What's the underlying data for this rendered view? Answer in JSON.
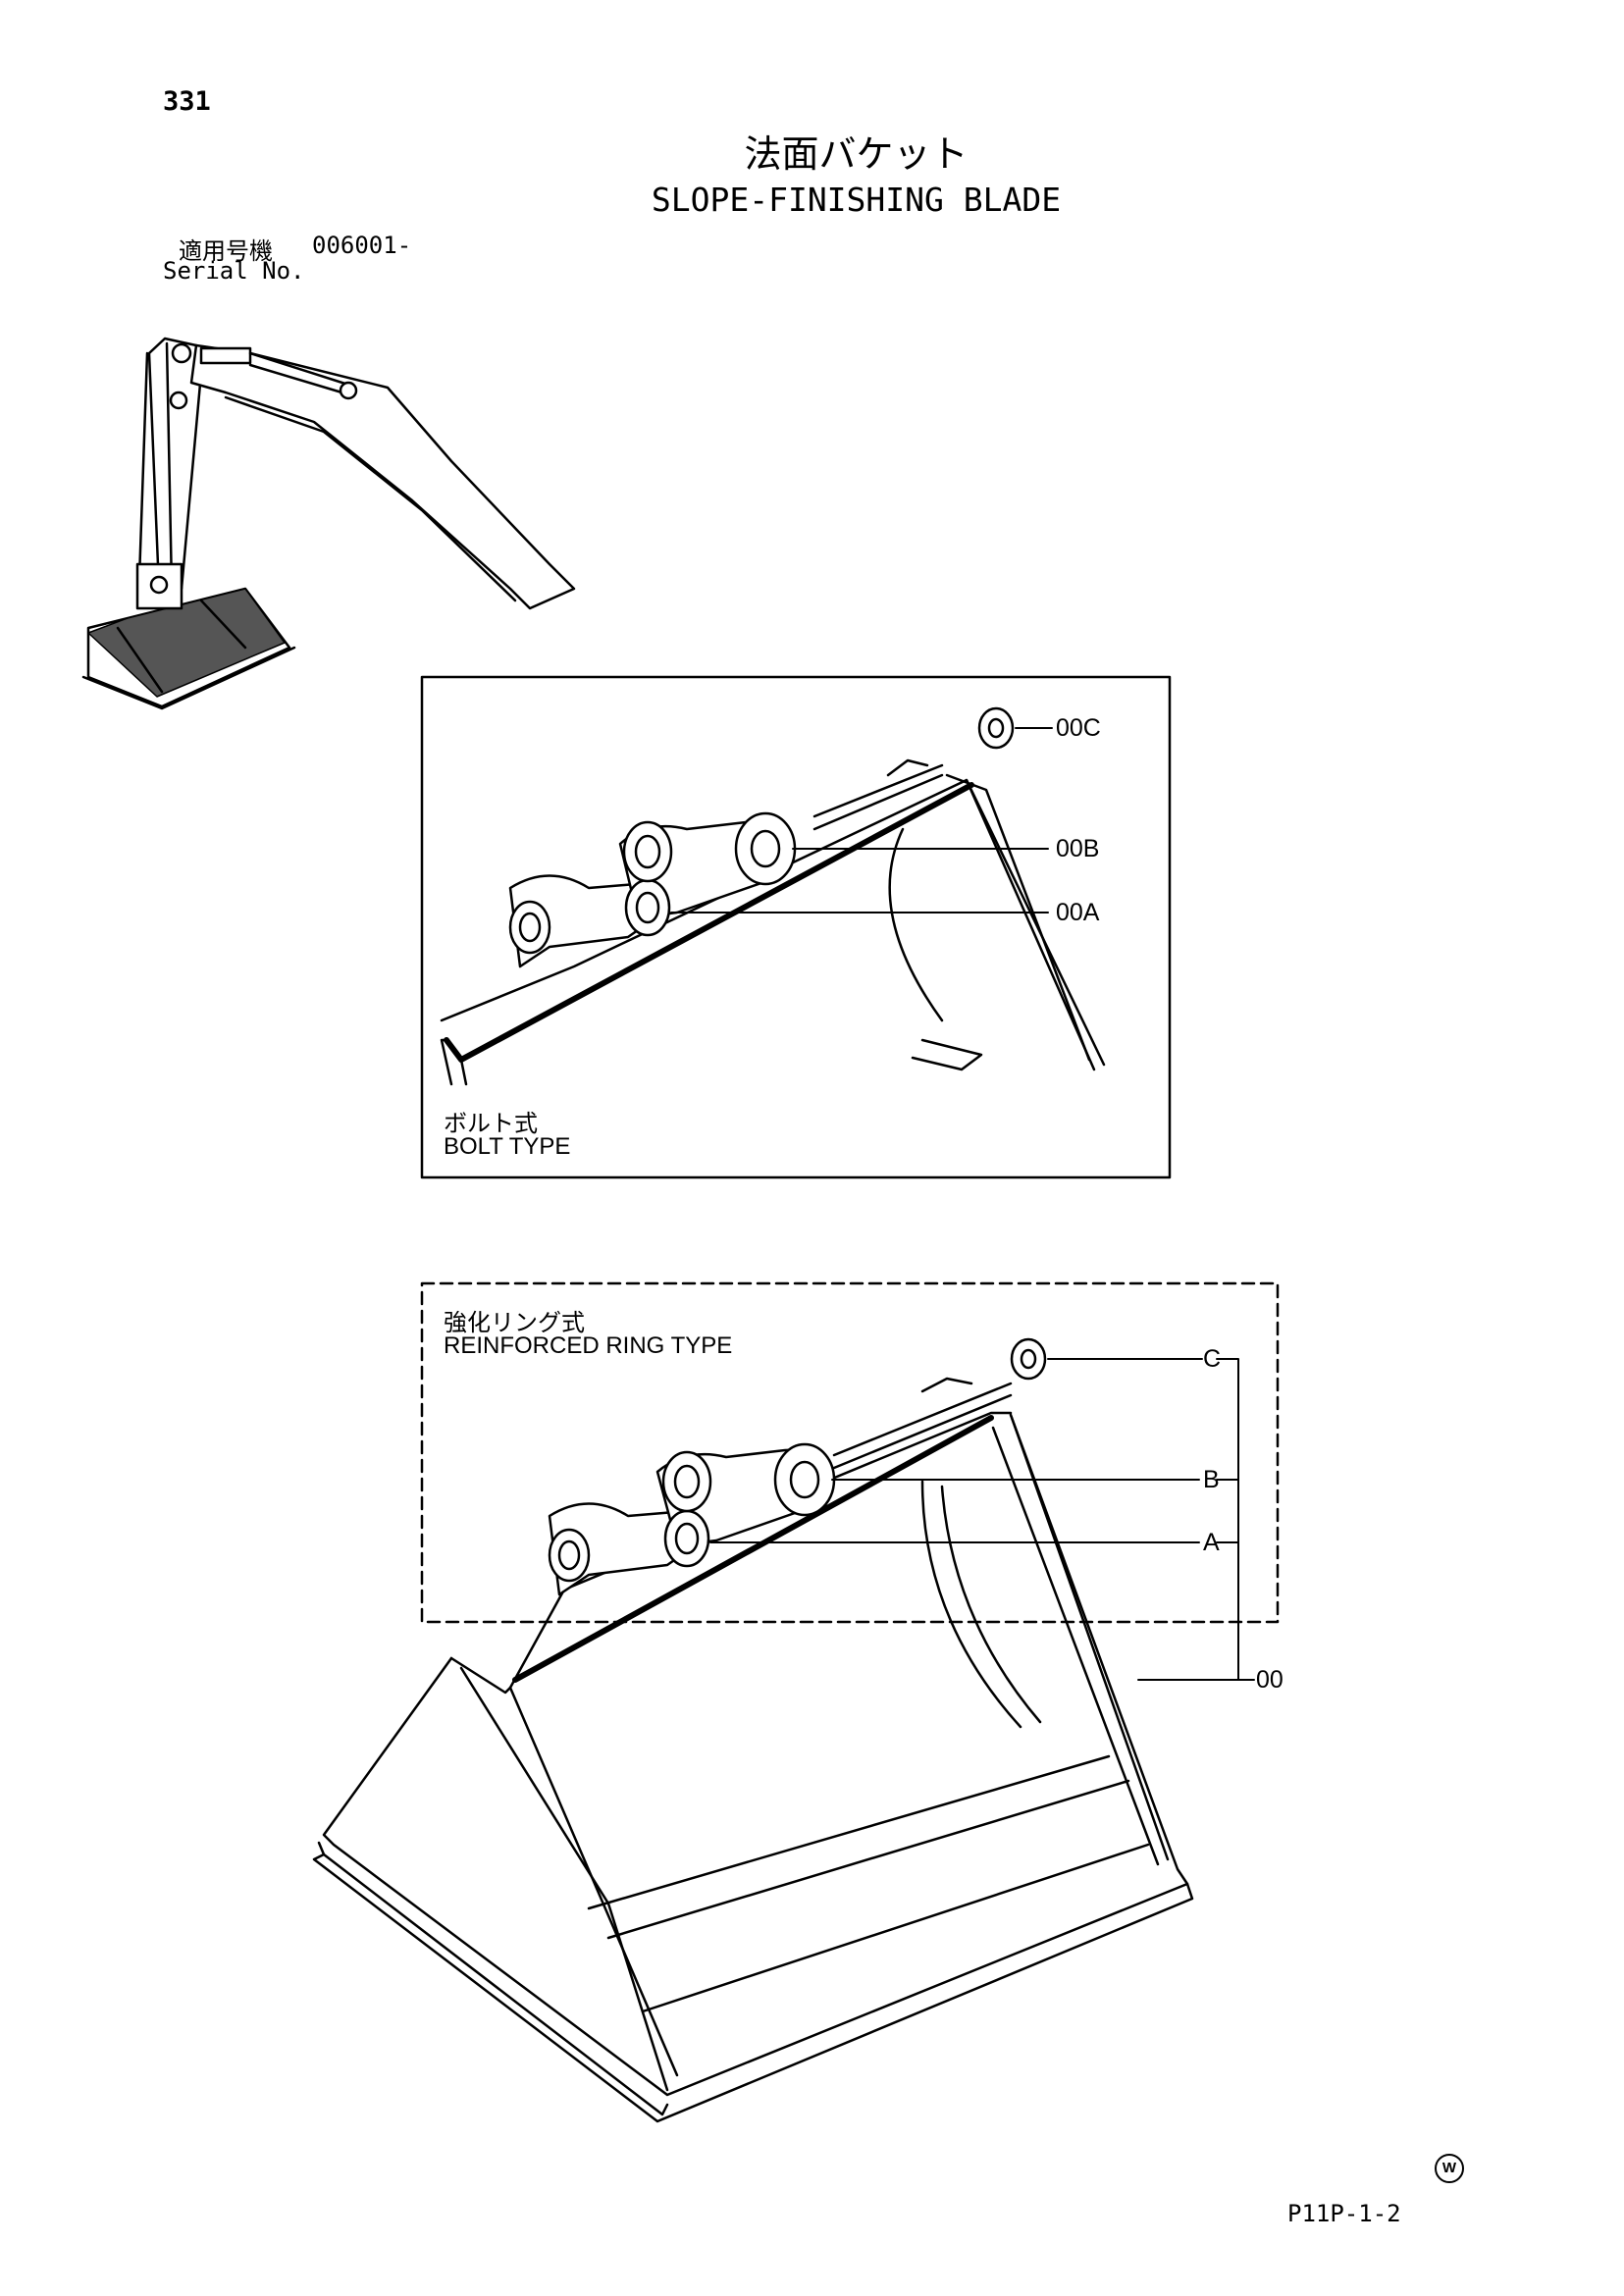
{
  "page": {
    "number": "331",
    "title_jp": "法面バケット",
    "title_en": "SLOPE-FINISHING BLADE",
    "serial_label_jp": "適用号機",
    "serial_value": "006001-",
    "serial_label_en": "Serial No.",
    "drawing_ref": "P11P-1-2",
    "stamp": "W"
  },
  "bolt_box": {
    "label_jp": "ボルト式",
    "label_en": "BOLT TYPE",
    "callouts": [
      "00C",
      "00B",
      "00A"
    ]
  },
  "ring_box": {
    "label_jp": "強化リング式",
    "label_en": "REINFORCED RING TYPE",
    "callouts": [
      "C",
      "B",
      "A"
    ],
    "assembly": "00"
  }
}
